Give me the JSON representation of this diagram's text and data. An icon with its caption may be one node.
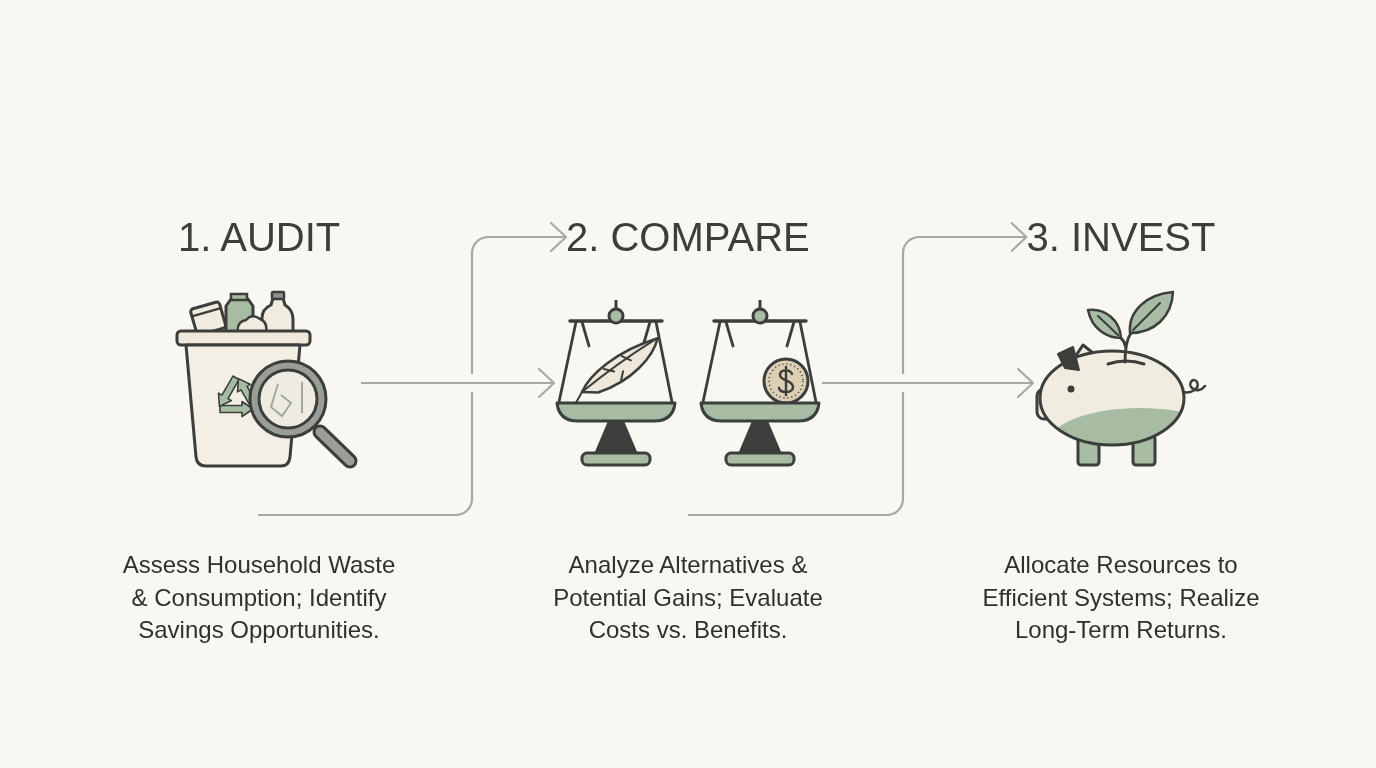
{
  "diagram": {
    "nodes": [
      {
        "text": [
          "1. AUDIT"
        ]
      },
      {
        "text": [],
        "shape": "picture",
        "beside": [
          "Assess Household Waste & Consumption; Identify Savings Opportunities."
        ]
      },
      {
        "text": [
          "2. COMPARE"
        ]
      },
      {
        "text": [],
        "shape": "picture",
        "beside": [
          "Analyze Alternatives & Potential Gains; Evaluate Costs vs. Benefits."
        ]
      },
      {
        "text": [
          "3. INVEST"
        ]
      },
      {
        "text": [],
        "shape": "picture",
        "beside": [
          "Allocate Resources to Efficient Systems; Realize Long-Term Returns."
        ]
      }
    ],
    "edges": [
      {
        "from": 1,
        "to": 3,
        "arrow": "to"
      },
      {
        "from": null,
        "to": 2,
        "arrow": "to"
      },
      {
        "from": 3,
        "to": 5,
        "arrow": "to"
      },
      {
        "from": null,
        "to": 4,
        "arrow": "to"
      }
    ]
  }
}
